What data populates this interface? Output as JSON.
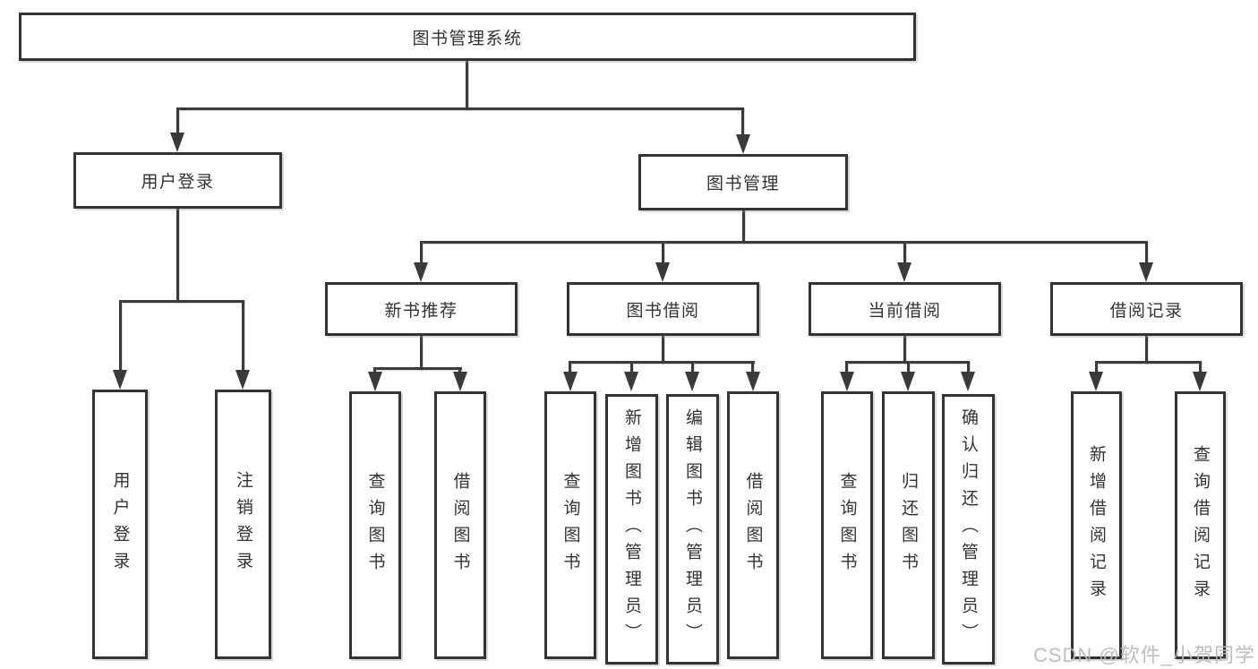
{
  "diagram": {
    "type": "tree",
    "root": {
      "label": "图书管理系统",
      "children": [
        {
          "label": "用户登录",
          "children": [
            {
              "label": "用户登录"
            },
            {
              "label": "注销登录"
            }
          ]
        },
        {
          "label": "图书管理",
          "children": [
            {
              "label": "新书推荐",
              "children": [
                {
                  "label": "查询图书"
                },
                {
                  "label": "借阅图书"
                }
              ]
            },
            {
              "label": "图书借阅",
              "children": [
                {
                  "label": "查询图书"
                },
                {
                  "label": "新增图书（管理员）"
                },
                {
                  "label": "编辑图书（管理员）"
                },
                {
                  "label": "借阅图书"
                }
              ]
            },
            {
              "label": "当前借阅",
              "children": [
                {
                  "label": "查询图书"
                },
                {
                  "label": "归还图书"
                },
                {
                  "label": "确认归还（管理员）"
                }
              ]
            },
            {
              "label": "借阅记录",
              "children": [
                {
                  "label": "新增借阅记录"
                },
                {
                  "label": "查询借阅记录"
                }
              ]
            }
          ]
        }
      ]
    }
  },
  "watermark": {
    "text": "CSDN @软件_小贺同学",
    "color": "#b9b9b9"
  },
  "colors": {
    "line": "#3a3a3a",
    "box_border": "#333333",
    "text": "#333333",
    "background": "#ffffff"
  }
}
